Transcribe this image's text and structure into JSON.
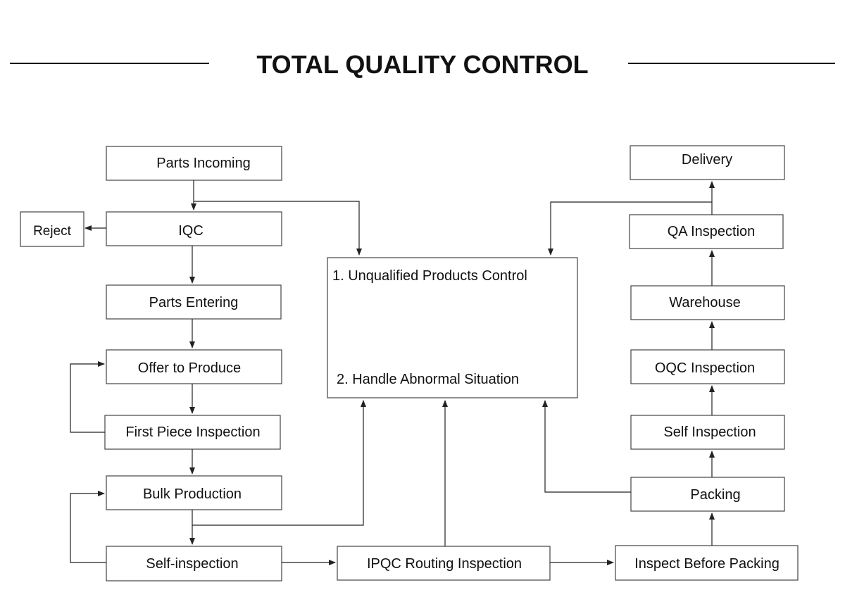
{
  "title": "TOTAL QUALITY CONTROL",
  "nodes": {
    "parts_incoming": "Parts Incoming",
    "iqc": "IQC",
    "reject": "Reject",
    "parts_entering": "Parts Entering",
    "offer_to_produce": "Offer to Produce",
    "first_piece_inspection": "First Piece Inspection",
    "bulk_production": "Bulk Production",
    "self_inspection_left": "Self-inspection",
    "ipqc_routing_inspection": "IPQC Routing Inspection",
    "inspect_before_packing": "Inspect Before Packing",
    "packing": "Packing",
    "self_inspection_right": "Self Inspection",
    "oqc_inspection": "OQC Inspection",
    "warehouse": "Warehouse",
    "qa_inspection": "QA Inspection",
    "delivery": "Delivery"
  },
  "control_box": {
    "item1": "1. Unqualified Products Control",
    "item2": "2. Handle Abnormal Situation"
  }
}
